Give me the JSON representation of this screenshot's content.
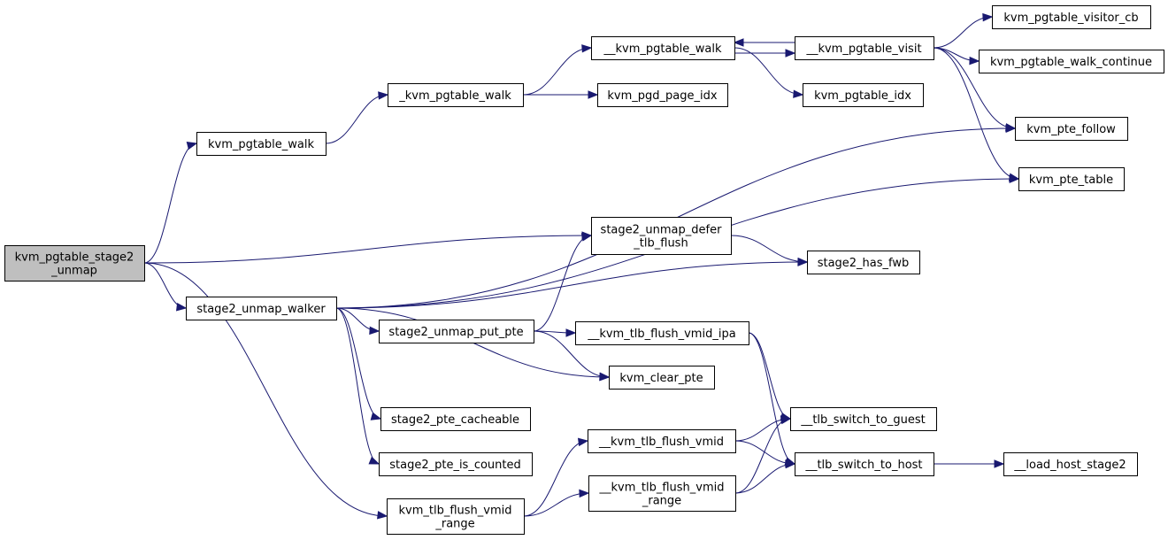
{
  "graph": {
    "colors": {
      "edge": "#191970",
      "node_fill": "#ffffff",
      "root_fill": "#bfbfbf",
      "border": "#000000"
    },
    "nodes": [
      {
        "id": "root",
        "lines": [
          "kvm_pgtable_stage2",
          "_unmap"
        ],
        "root": true
      },
      {
        "id": "walk",
        "lines": [
          "kvm_pgtable_walk"
        ]
      },
      {
        "id": "_walk",
        "lines": [
          "_kvm_pgtable_walk"
        ]
      },
      {
        "id": "__walk",
        "lines": [
          "__kvm_pgtable_walk"
        ]
      },
      {
        "id": "pgd_idx",
        "lines": [
          "kvm_pgd_page_idx"
        ]
      },
      {
        "id": "visit",
        "lines": [
          "__kvm_pgtable_visit"
        ]
      },
      {
        "id": "pgt_idx",
        "lines": [
          "kvm_pgtable_idx"
        ]
      },
      {
        "id": "visitor_cb",
        "lines": [
          "kvm_pgtable_visitor_cb"
        ]
      },
      {
        "id": "walk_continue",
        "lines": [
          "kvm_pgtable_walk_continue"
        ]
      },
      {
        "id": "pte_follow",
        "lines": [
          "kvm_pte_follow"
        ]
      },
      {
        "id": "pte_table",
        "lines": [
          "kvm_pte_table"
        ]
      },
      {
        "id": "unmap_walker",
        "lines": [
          "stage2_unmap_walker"
        ]
      },
      {
        "id": "defer",
        "lines": [
          "stage2_unmap_defer",
          "_tlb_flush"
        ]
      },
      {
        "id": "has_fwb",
        "lines": [
          "stage2_has_fwb"
        ]
      },
      {
        "id": "put_pte",
        "lines": [
          "stage2_unmap_put_pte"
        ]
      },
      {
        "id": "flush_ipa",
        "lines": [
          "__kvm_tlb_flush_vmid_ipa"
        ]
      },
      {
        "id": "clear_pte",
        "lines": [
          "kvm_clear_pte"
        ]
      },
      {
        "id": "cacheable",
        "lines": [
          "stage2_pte_cacheable"
        ]
      },
      {
        "id": "counted",
        "lines": [
          "stage2_pte_is_counted"
        ]
      },
      {
        "id": "flush_vmid",
        "lines": [
          "__kvm_tlb_flush_vmid"
        ]
      },
      {
        "id": "flush_vmid_range2",
        "lines": [
          "__kvm_tlb_flush_vmid",
          "_range"
        ]
      },
      {
        "id": "flush_vmid_range",
        "lines": [
          "kvm_tlb_flush_vmid",
          "_range"
        ]
      },
      {
        "id": "to_guest",
        "lines": [
          "__tlb_switch_to_guest"
        ]
      },
      {
        "id": "to_host",
        "lines": [
          "__tlb_switch_to_host"
        ]
      },
      {
        "id": "load_host",
        "lines": [
          "__load_host_stage2"
        ]
      }
    ],
    "edges": [
      [
        "root",
        "walk"
      ],
      [
        "root",
        "unmap_walker"
      ],
      [
        "root",
        "defer"
      ],
      [
        "root",
        "flush_vmid_range"
      ],
      [
        "walk",
        "_walk"
      ],
      [
        "_walk",
        "__walk"
      ],
      [
        "_walk",
        "pgd_idx"
      ],
      [
        "__walk",
        "visit"
      ],
      [
        "__walk",
        "pgt_idx"
      ],
      [
        "visit",
        "__walk"
      ],
      [
        "visit",
        "visitor_cb"
      ],
      [
        "visit",
        "walk_continue"
      ],
      [
        "visit",
        "pte_follow"
      ],
      [
        "visit",
        "pte_table"
      ],
      [
        "unmap_walker",
        "pte_follow"
      ],
      [
        "unmap_walker",
        "pte_table"
      ],
      [
        "unmap_walker",
        "has_fwb"
      ],
      [
        "unmap_walker",
        "put_pte"
      ],
      [
        "unmap_walker",
        "clear_pte"
      ],
      [
        "unmap_walker",
        "cacheable"
      ],
      [
        "unmap_walker",
        "counted"
      ],
      [
        "put_pte",
        "defer"
      ],
      [
        "put_pte",
        "flush_ipa"
      ],
      [
        "put_pte",
        "clear_pte"
      ],
      [
        "defer",
        "has_fwb"
      ],
      [
        "flush_ipa",
        "to_guest"
      ],
      [
        "flush_ipa",
        "to_host"
      ],
      [
        "flush_vmid_range",
        "flush_vmid"
      ],
      [
        "flush_vmid_range",
        "flush_vmid_range2"
      ],
      [
        "flush_vmid",
        "to_guest"
      ],
      [
        "flush_vmid",
        "to_host"
      ],
      [
        "flush_vmid_range2",
        "to_guest"
      ],
      [
        "flush_vmid_range2",
        "to_host"
      ],
      [
        "to_host",
        "load_host"
      ]
    ]
  }
}
